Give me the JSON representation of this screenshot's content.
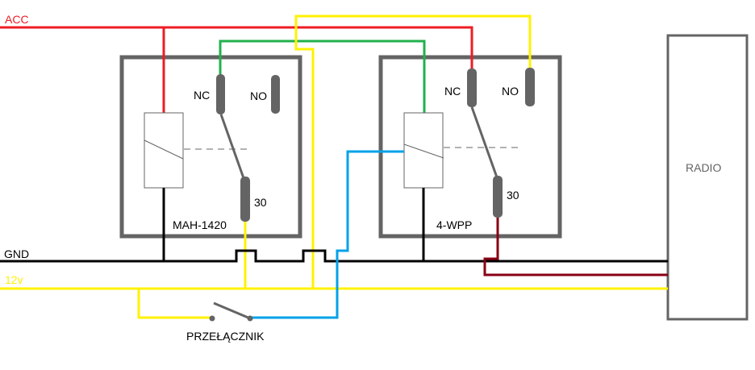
{
  "diagram": {
    "type": "wiring-schematic",
    "colors": {
      "acc": "#ee1c24",
      "gnd": "#000000",
      "v12": "#fff200",
      "green": "#22b14c",
      "blue": "#00a2e8",
      "darkred": "#880015",
      "component": "#646464",
      "label": "#000000"
    },
    "rails": {
      "acc_label": "ACC",
      "gnd_label": "GND",
      "v12_label": "12v"
    },
    "relays": [
      {
        "name": "MAH-1420",
        "nc_label": "NC",
        "no_label": "NO",
        "common_label": "30"
      },
      {
        "name": "4-WPP",
        "nc_label": "NC",
        "no_label": "NO",
        "common_label": "30"
      }
    ],
    "radio_label": "RADIO",
    "switch_label": "PRZEŁĄCZNIK"
  }
}
